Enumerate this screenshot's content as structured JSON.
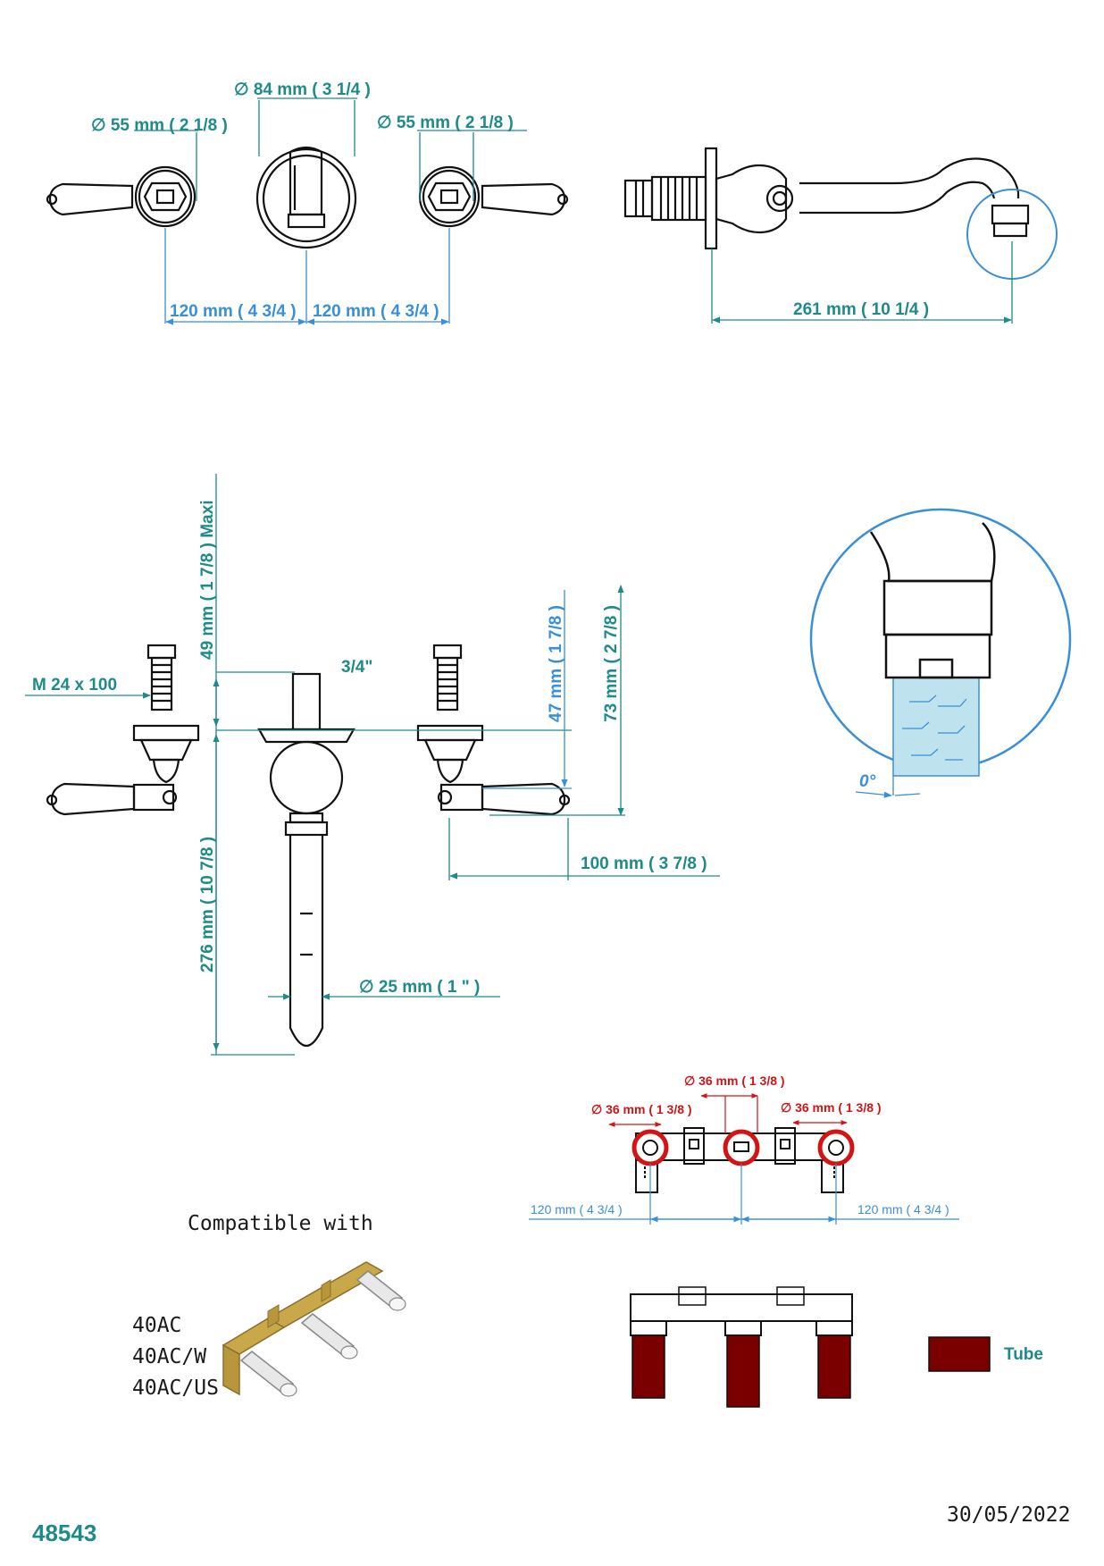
{
  "colors": {
    "teal": "#1e8a8a",
    "blue": "#3a8fd6",
    "red": "#d21414",
    "tube": "#7a0000",
    "water": "#bfe2ef"
  },
  "top_view": {
    "dia_center": "∅  84 mm  ( 3 1/4 )",
    "dia_left": "∅  55 mm  ( 2 1/8 )",
    "dia_right": "∅  55 mm  ( 2 1/8 )",
    "spacing_left": "120 mm  ( 4 3/4 )",
    "spacing_right": "120 mm  ( 4 3/4 )"
  },
  "side_view": {
    "length": "261 mm  ( 10 1/4 )"
  },
  "front_view": {
    "maxi": "49 mm  ( 1 7/8 )  Maxi",
    "thread": "M  24  x 100",
    "connection": "3/4\"",
    "height_47": "47 mm  ( 1 7/8 )",
    "height_73": "73 mm  ( 2 7/8 )",
    "spout_length": "276 mm  ( 10 7/8 )",
    "handle_depth": "100 mm  ( 3 7/8 )",
    "spout_dia": "∅  25 mm  ( 1 \" )"
  },
  "detail": {
    "angle": "0°"
  },
  "mounting": {
    "dia_center": "∅  36 mm  ( 1 3/8 )",
    "dia_left": "∅  36 mm  ( 1 3/8 )",
    "dia_right": "∅  36 mm  ( 1 3/8 )",
    "spacing_left": "120 mm  ( 4 3/4 )",
    "spacing_right": "120 mm  ( 4 3/4 )"
  },
  "compatibility": {
    "title": "Compatible with",
    "models": [
      "40AC",
      "40AC/W",
      "40AC/US"
    ]
  },
  "legend": {
    "tube_label": "Tube"
  },
  "footer": {
    "doc_number": "48543",
    "date": "30/05/2022"
  }
}
